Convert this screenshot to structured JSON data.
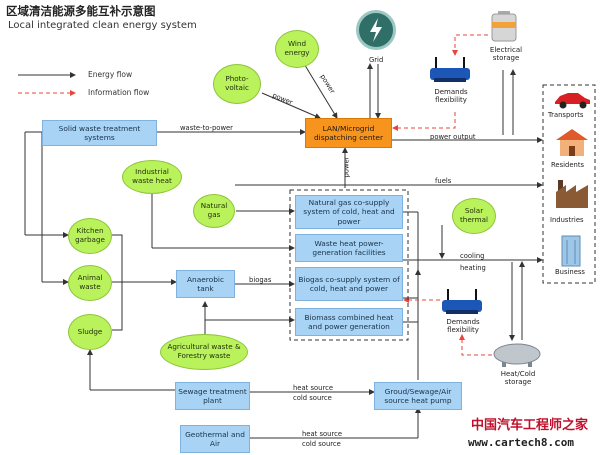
{
  "title_cn": "区域清洁能源多能互补示意图",
  "title_en": "Local integrated clean energy system",
  "legend": {
    "energy_flow": "Energy flow",
    "information_flow": "Information flow"
  },
  "nodes": {
    "solid_waste": "Solid waste treatment systems",
    "lan": "LAN/Microgrid dispatching center",
    "natural_gas_cosupply": "Natural gas co-supply system of cold, heat and power",
    "waste_heat": "Waste heat power-generation facilities",
    "biogas_cosupply": "Biogas co-supply system of cold, heat and power",
    "biomass_chp": "Biomass combined heat and power generation",
    "anaerobic_tank": "Anaerobic tank",
    "sewage_plant": "Sewage treatment plant",
    "heat_pump": "Groud/Sewage/Air source heat pump",
    "geothermal": "Geothermal and Air"
  },
  "sources": {
    "wind": "Wind energy",
    "photovoltaic": "Photo-voltaic",
    "industrial_waste_heat": "Industrial waste heat",
    "natural_gas": "Natural gas",
    "kitchen_garbage": "Kitchen garbage",
    "animal_waste": "Animal waste",
    "sludge": "Sludge",
    "agri_waste": "Agricultural waste & Forestry waste",
    "solar_thermal": "Solar thermal"
  },
  "components": {
    "grid": "Grid",
    "electrical_storage": "Electrical storage",
    "demands_flex_top": "Demands flexibility",
    "demands_flex_bottom": "Demands flexibility",
    "heat_cold_storage": "Heat/Cold storage"
  },
  "consumers": {
    "transports": "Transports",
    "residents": "Residents",
    "industries": "Industries",
    "business": "Business"
  },
  "flow_labels": {
    "power_pv": "power",
    "power_wind": "power",
    "waste_to_power": "waste-to-power",
    "power_output": "power output",
    "power_up": "power",
    "fuels": "fuels",
    "cooling": "cooling",
    "heating": "heating",
    "biogas": "biogas",
    "heat_source_1": "heat source",
    "cold_source_1": "cold source",
    "heat_source_2": "heat source",
    "cold_source_2": "cold source"
  },
  "colors": {
    "energy": "#333333",
    "information": "#e8453c",
    "box": "#a9d3f4",
    "bubble": "#b9f25b",
    "center": "#f7941d"
  },
  "watermark": {
    "cn": "中国汽车工程师之家",
    "url": "www.cartech8.com"
  }
}
